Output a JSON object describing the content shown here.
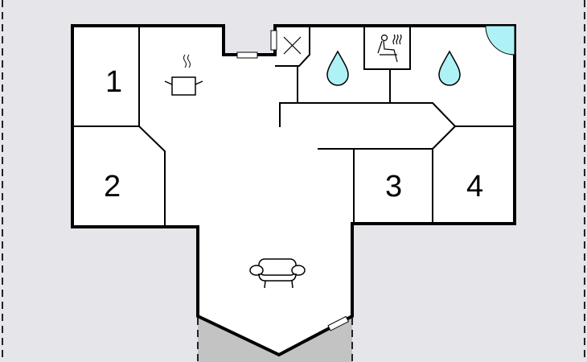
{
  "floor_plan": {
    "rooms": [
      {
        "id": "bedroom-1",
        "label": "1"
      },
      {
        "id": "bedroom-2",
        "label": "2"
      },
      {
        "id": "bedroom-3",
        "label": "3"
      },
      {
        "id": "bedroom-4",
        "label": "4"
      }
    ],
    "icons": [
      "kitchen-pot-icon",
      "sauna-icon",
      "bathroom-drop-icon",
      "sofa-icon",
      "installation-cross-icon"
    ],
    "colors": {
      "background": "#e6e5ea",
      "floor": "#ffffff",
      "wall": "#000000",
      "water": "#aef2f5",
      "terrace": "#c3c3c3"
    }
  }
}
